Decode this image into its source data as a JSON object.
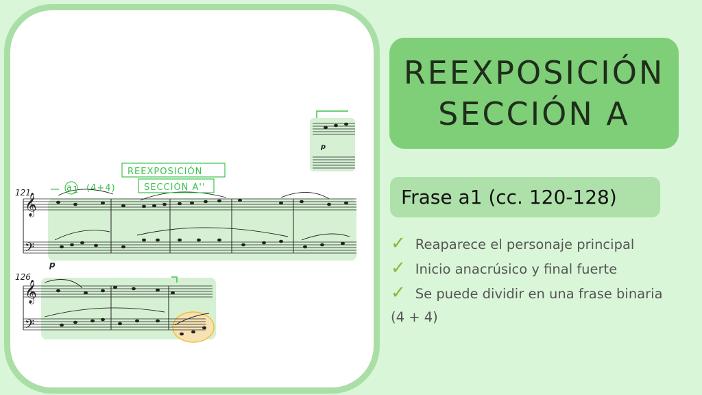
{
  "title": {
    "line1": "REEXPOSICIÓN",
    "line2": "SECCIÓN A"
  },
  "subtitle": "Frase a1 (cc. 120-128)",
  "bullets": [
    {
      "icon": "check-icon",
      "text": "Reaparece el personaje principal"
    },
    {
      "icon": "check-icon",
      "text": "Inicio anacrúsico y final fuerte"
    },
    {
      "icon": "check-icon",
      "text": "Se puede dividir en una frase binaria (4 + 4)"
    }
  ],
  "score": {
    "measure_121": "121",
    "measure_126": "126",
    "annotation_phrase": "a",
    "annotation_phrase_sub": "1",
    "annotation_structure": "(4+4)",
    "annotation_box_1": "REEXPOSICIÓN",
    "annotation_box_2": "SECCIÓN A''",
    "dynamic": "p"
  },
  "colors": {
    "background": "#d9f6d8",
    "title_box": "#7fcf78",
    "subtitle_box": "#aee0aa",
    "highlight": "#d3efd2",
    "check": "#8db53a",
    "annotation": "#3cc24c"
  }
}
